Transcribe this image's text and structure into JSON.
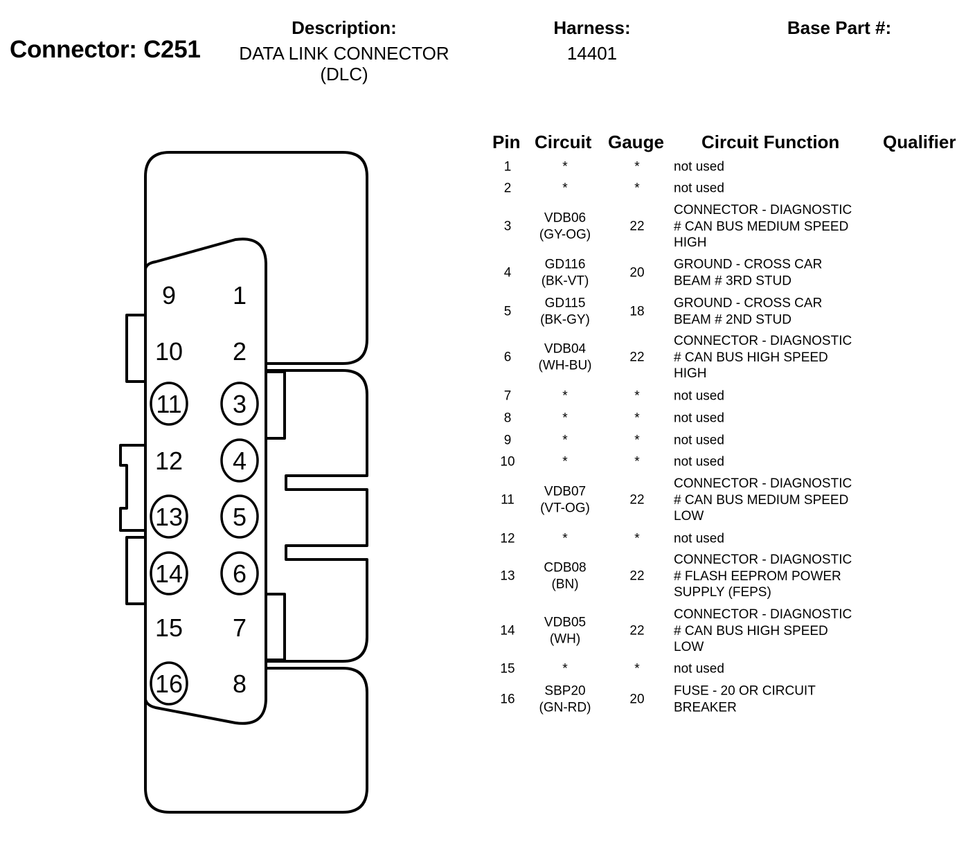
{
  "header": {
    "connector_label": "Connector: C251",
    "description_label": "Description:",
    "description_value": [
      "DATA LINK CONNECTOR",
      "(DLC)"
    ],
    "harness_label": "Harness:",
    "harness_value": "14401",
    "base_part_label": "Base Part #:",
    "base_part_value": ""
  },
  "table": {
    "columns": [
      "Pin",
      "Circuit",
      "Gauge",
      "Circuit Function",
      "Qualifier"
    ],
    "rows": [
      {
        "pin": "1",
        "circuit": [
          "*"
        ],
        "gauge": "*",
        "function": [
          "not used"
        ],
        "qualifier": ""
      },
      {
        "pin": "2",
        "circuit": [
          "*"
        ],
        "gauge": "*",
        "function": [
          "not used"
        ],
        "qualifier": ""
      },
      {
        "pin": "3",
        "circuit": [
          "VDB06",
          "(GY-OG)"
        ],
        "gauge": "22",
        "function": [
          "CONNECTOR - DIAGNOSTIC",
          "# CAN BUS MEDIUM SPEED",
          "HIGH"
        ],
        "qualifier": ""
      },
      {
        "pin": "4",
        "circuit": [
          "GD116",
          "(BK-VT)"
        ],
        "gauge": "20",
        "function": [
          "GROUND - CROSS CAR",
          "BEAM # 3RD STUD"
        ],
        "qualifier": ""
      },
      {
        "pin": "5",
        "circuit": [
          "GD115",
          "(BK-GY)"
        ],
        "gauge": "18",
        "function": [
          "GROUND - CROSS CAR",
          "BEAM # 2ND STUD"
        ],
        "qualifier": ""
      },
      {
        "pin": "6",
        "circuit": [
          "VDB04",
          "(WH-BU)"
        ],
        "gauge": "22",
        "function": [
          "CONNECTOR - DIAGNOSTIC",
          "# CAN BUS HIGH SPEED",
          "HIGH"
        ],
        "qualifier": ""
      },
      {
        "pin": "7",
        "circuit": [
          "*"
        ],
        "gauge": "*",
        "function": [
          "not used"
        ],
        "qualifier": ""
      },
      {
        "pin": "8",
        "circuit": [
          "*"
        ],
        "gauge": "*",
        "function": [
          "not used"
        ],
        "qualifier": ""
      },
      {
        "pin": "9",
        "circuit": [
          "*"
        ],
        "gauge": "*",
        "function": [
          "not used"
        ],
        "qualifier": ""
      },
      {
        "pin": "10",
        "circuit": [
          "*"
        ],
        "gauge": "*",
        "function": [
          "not used"
        ],
        "qualifier": ""
      },
      {
        "pin": "11",
        "circuit": [
          "VDB07",
          "(VT-OG)"
        ],
        "gauge": "22",
        "function": [
          "CONNECTOR - DIAGNOSTIC",
          "# CAN BUS MEDIUM SPEED",
          "LOW"
        ],
        "qualifier": ""
      },
      {
        "pin": "12",
        "circuit": [
          "*"
        ],
        "gauge": "*",
        "function": [
          "not used"
        ],
        "qualifier": ""
      },
      {
        "pin": "13",
        "circuit": [
          "CDB08",
          "(BN)"
        ],
        "gauge": "22",
        "function": [
          "CONNECTOR - DIAGNOSTIC",
          "# FLASH EEPROM POWER",
          "SUPPLY (FEPS)"
        ],
        "qualifier": ""
      },
      {
        "pin": "14",
        "circuit": [
          "VDB05",
          "(WH)"
        ],
        "gauge": "22",
        "function": [
          "CONNECTOR - DIAGNOSTIC",
          "# CAN BUS HIGH SPEED",
          "LOW"
        ],
        "qualifier": ""
      },
      {
        "pin": "15",
        "circuit": [
          "*"
        ],
        "gauge": "*",
        "function": [
          "not used"
        ],
        "qualifier": ""
      },
      {
        "pin": "16",
        "circuit": [
          "SBP20",
          "(GN-RD)"
        ],
        "gauge": "20",
        "function": [
          "FUSE - 20 OR CIRCUIT",
          "BREAKER"
        ],
        "qualifier": ""
      }
    ]
  },
  "diagram": {
    "title": "DLC connector face view",
    "pins": [
      {
        "label": "9",
        "circled": false
      },
      {
        "label": "1",
        "circled": false
      },
      {
        "label": "10",
        "circled": false
      },
      {
        "label": "2",
        "circled": false
      },
      {
        "label": "11",
        "circled": true
      },
      {
        "label": "3",
        "circled": true
      },
      {
        "label": "12",
        "circled": false
      },
      {
        "label": "4",
        "circled": true
      },
      {
        "label": "13",
        "circled": true
      },
      {
        "label": "5",
        "circled": true
      },
      {
        "label": "14",
        "circled": true
      },
      {
        "label": "6",
        "circled": true
      },
      {
        "label": "15",
        "circled": false
      },
      {
        "label": "7",
        "circled": false
      },
      {
        "label": "16",
        "circled": true
      },
      {
        "label": "8",
        "circled": false
      }
    ]
  },
  "colors": {
    "ink": "#000000",
    "background": "#ffffff"
  }
}
